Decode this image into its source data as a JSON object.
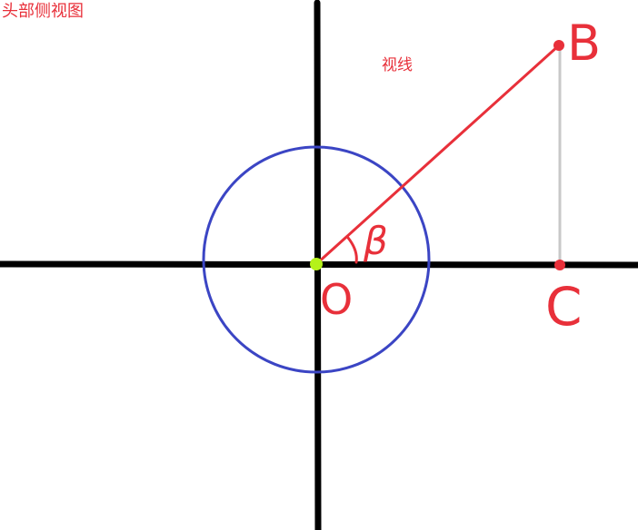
{
  "title": "头部侧视图",
  "sight_line_label": "视线",
  "points": {
    "origin": "O",
    "b": "B",
    "c": "C"
  },
  "angle_label": "β",
  "colors": {
    "axis": "#000000",
    "circle": "#3b45c4",
    "sight_line": "#e8303a",
    "vertical_segment": "#c8c8c8",
    "origin_dot": "#b5f21a",
    "labels": "#e8303a"
  }
}
